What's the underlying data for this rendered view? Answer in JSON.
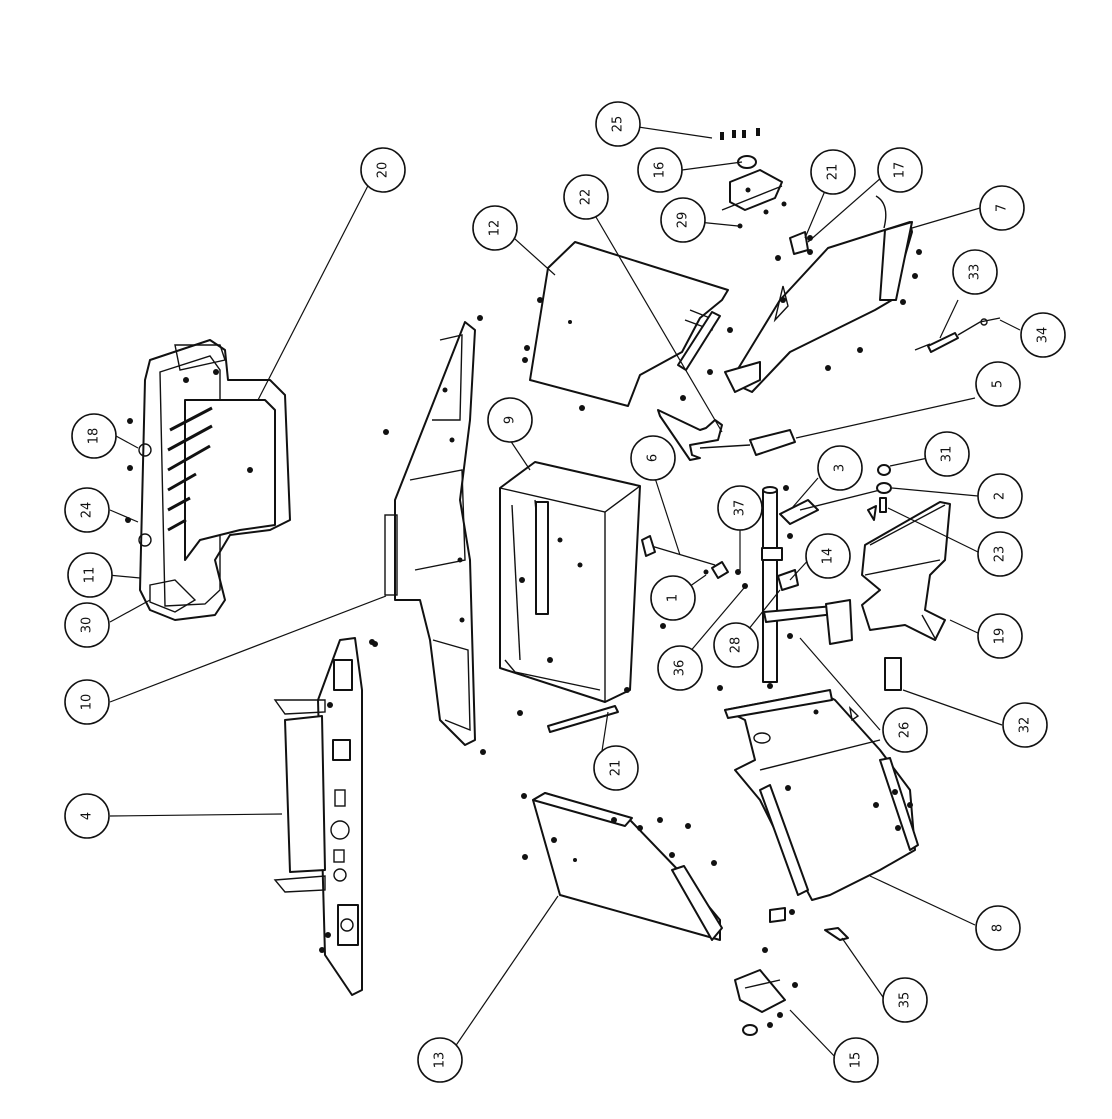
{
  "diagram": {
    "callouts": [
      {
        "id": "c1",
        "label": "1"
      },
      {
        "id": "c2",
        "label": "2"
      },
      {
        "id": "c3",
        "label": "3"
      },
      {
        "id": "c4",
        "label": "4"
      },
      {
        "id": "c5",
        "label": "5"
      },
      {
        "id": "c6",
        "label": "6"
      },
      {
        "id": "c7",
        "label": "7"
      },
      {
        "id": "c8",
        "label": "8"
      },
      {
        "id": "c9",
        "label": "9"
      },
      {
        "id": "c10",
        "label": "10"
      },
      {
        "id": "c11",
        "label": "11"
      },
      {
        "id": "c12",
        "label": "12"
      },
      {
        "id": "c13",
        "label": "13"
      },
      {
        "id": "c14",
        "label": "14"
      },
      {
        "id": "c15",
        "label": "15"
      },
      {
        "id": "c16",
        "label": "16"
      },
      {
        "id": "c17",
        "label": "17"
      },
      {
        "id": "c18",
        "label": "18"
      },
      {
        "id": "c19",
        "label": "19"
      },
      {
        "id": "c20",
        "label": "20"
      },
      {
        "id": "c21",
        "label": "21"
      },
      {
        "id": "c21b",
        "label": "21"
      },
      {
        "id": "c22",
        "label": "22"
      },
      {
        "id": "c23",
        "label": "23"
      },
      {
        "id": "c24",
        "label": "24"
      },
      {
        "id": "c25",
        "label": "25"
      },
      {
        "id": "c26",
        "label": "26"
      },
      {
        "id": "c28",
        "label": "28"
      },
      {
        "id": "c29",
        "label": "29"
      },
      {
        "id": "c30",
        "label": "30"
      },
      {
        "id": "c31",
        "label": "31"
      },
      {
        "id": "c32",
        "label": "32"
      },
      {
        "id": "c33",
        "label": "33"
      },
      {
        "id": "c34",
        "label": "34"
      },
      {
        "id": "c35",
        "label": "35"
      },
      {
        "id": "c36",
        "label": "36"
      },
      {
        "id": "c37",
        "label": "37"
      }
    ]
  }
}
